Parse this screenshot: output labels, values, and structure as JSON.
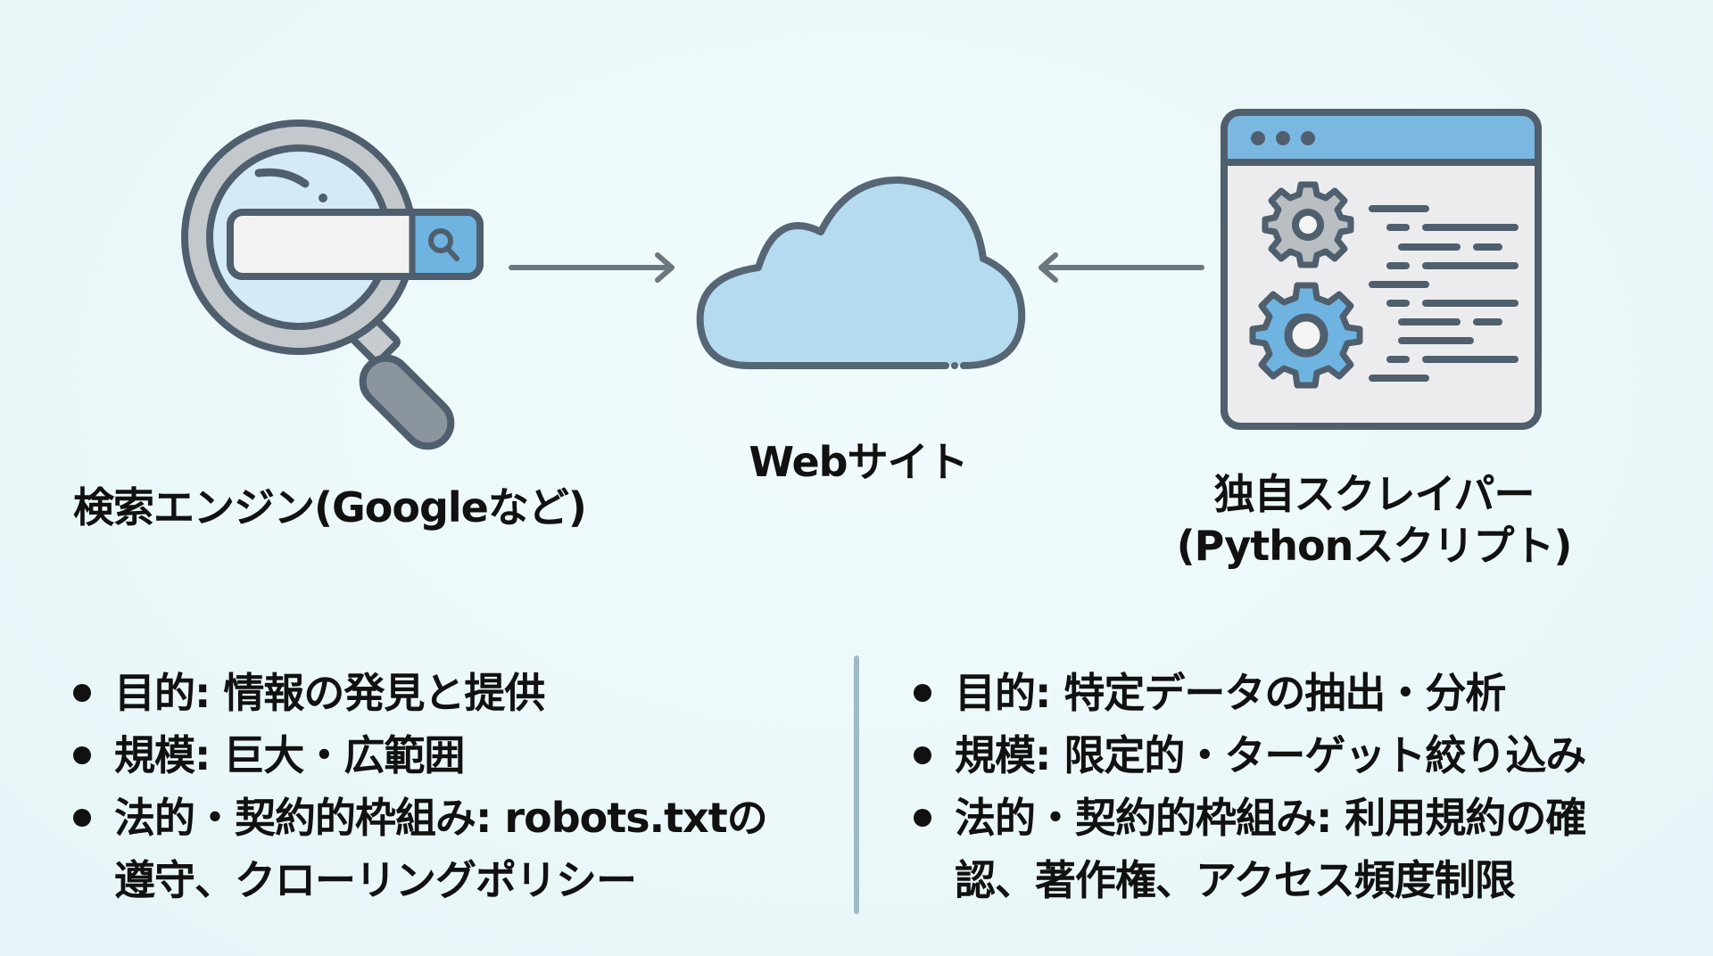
{
  "diagram": {
    "nodes": {
      "search_engine": {
        "label": "検索エンジン(Googleなど)",
        "icon": "magnifier-with-search-bar-icon"
      },
      "website": {
        "label": "Webサイト",
        "icon": "cloud-icon"
      },
      "scraper": {
        "label_line1": "独自スクレイパー",
        "label_line2": "(Pythonスクリプト)",
        "icon": "browser-window-with-gears-and-code-icon"
      }
    },
    "edges": [
      {
        "from": "search_engine",
        "to": "website",
        "style": "arrow-right"
      },
      {
        "from": "scraper",
        "to": "website",
        "style": "arrow-left"
      }
    ],
    "left_bullets": [
      "目的: 情報の発見と提供",
      "規模: 巨大・広範囲",
      "法的・契約的枠組み: robots.txtの遵守、クローリングポリシー"
    ],
    "left_bullets_lines": {
      "item3_line1": "法的・契約的枠組み: robots.txtの",
      "item3_line2": "遵守、クローリングポリシー"
    },
    "right_bullets": [
      "目的: 特定データの抽出・分析",
      "規模: 限定的・ターゲット絞り込み",
      "法的・契約的枠組み: 利用規約の確認、著作権、アクセス頻度制限"
    ],
    "right_bullets_lines": {
      "item3_line1": "法的・契約的枠組み: 利用規約の確",
      "item3_line2": "認、著作権、アクセス頻度制限"
    }
  },
  "colors": {
    "background": "#eef9fb",
    "outline": "#4f5f6d",
    "accent_blue": "#6fb3e0",
    "light_blue": "#b4dbef",
    "gray_fill": "#b9bec3",
    "panel_fill": "#ececef",
    "divider": "#9dbbc7",
    "arrow": "#6c777f"
  }
}
